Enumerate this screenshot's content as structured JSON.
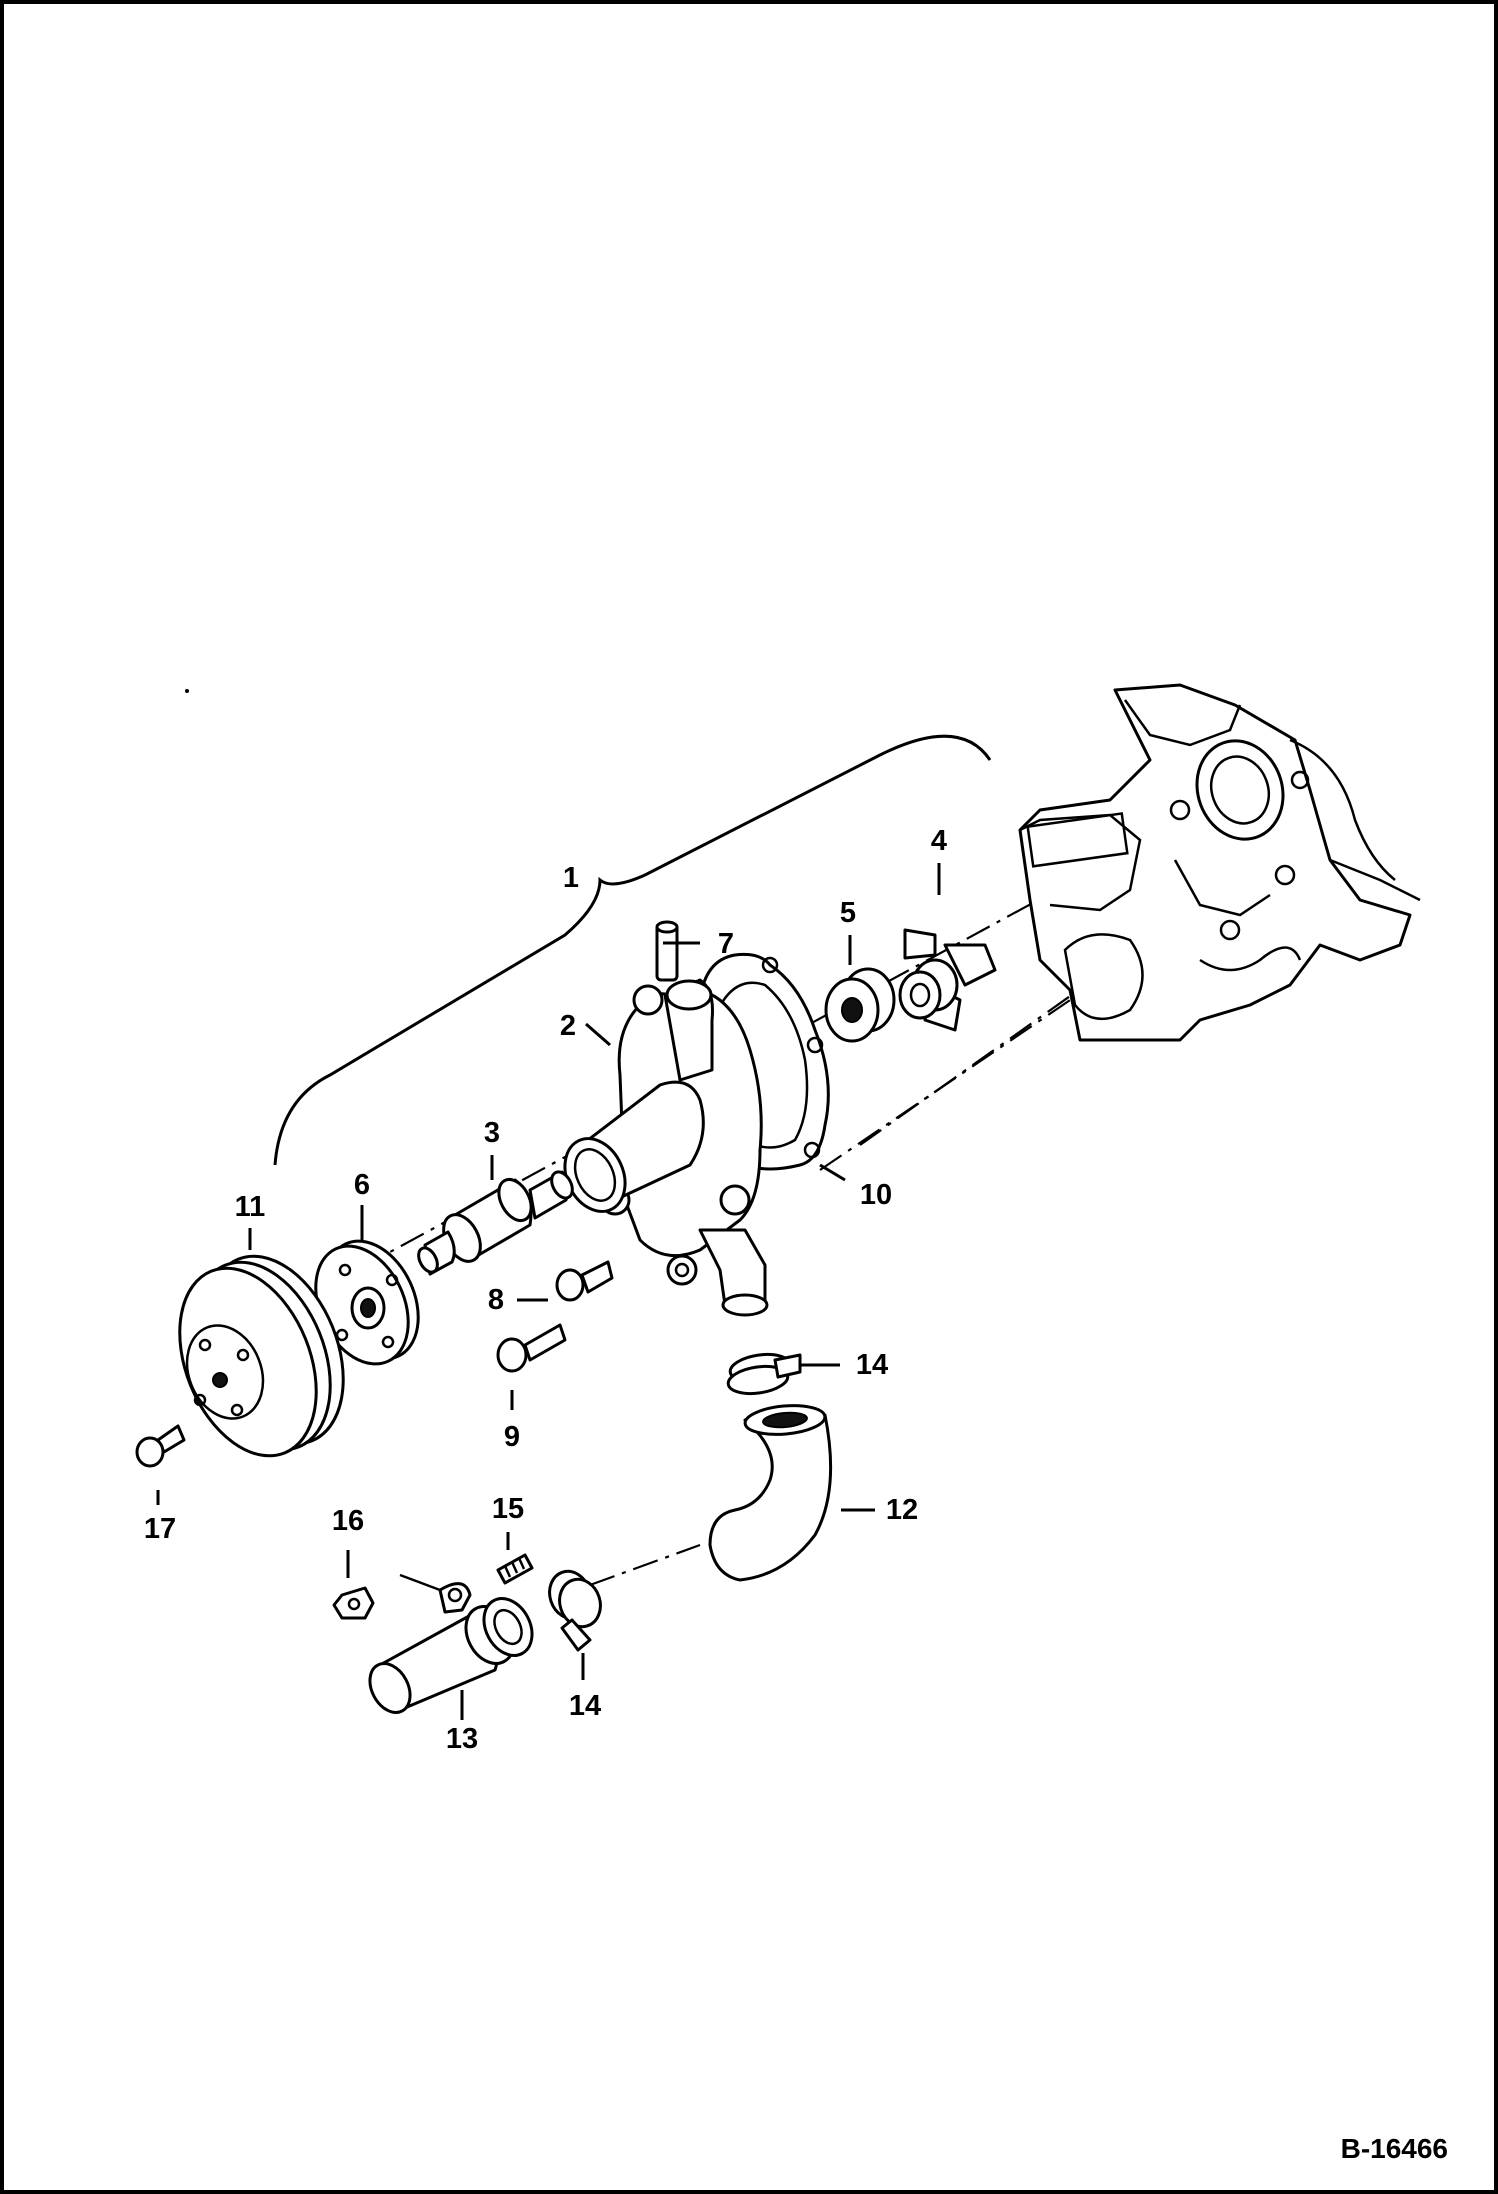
{
  "figure_id": "B-16466",
  "callouts": [
    {
      "id": "1",
      "label": "1"
    },
    {
      "id": "2",
      "label": "2"
    },
    {
      "id": "3",
      "label": "3"
    },
    {
      "id": "4",
      "label": "4"
    },
    {
      "id": "5",
      "label": "5"
    },
    {
      "id": "6",
      "label": "6"
    },
    {
      "id": "7",
      "label": "7"
    },
    {
      "id": "8",
      "label": "8"
    },
    {
      "id": "9",
      "label": "9"
    },
    {
      "id": "10",
      "label": "10"
    },
    {
      "id": "11",
      "label": "11"
    },
    {
      "id": "12",
      "label": "12"
    },
    {
      "id": "13",
      "label": "13"
    },
    {
      "id": "14a",
      "label": "14"
    },
    {
      "id": "14b",
      "label": "14"
    },
    {
      "id": "15",
      "label": "15"
    },
    {
      "id": "16",
      "label": "16"
    },
    {
      "id": "17",
      "label": "17"
    }
  ]
}
